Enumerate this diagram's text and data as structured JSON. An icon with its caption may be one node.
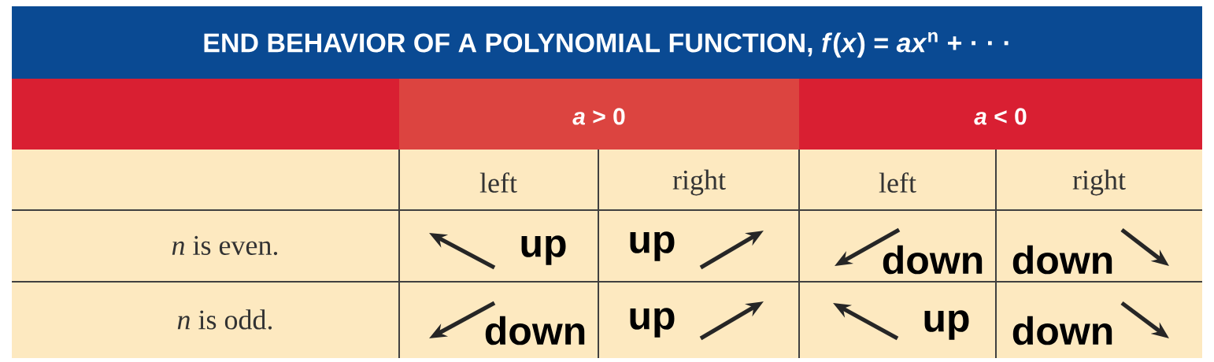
{
  "diagram": {
    "title": "END BEHAVIOR OF A POLYNOMIAL FUNCTION, *f*(*x*) = *ax*$^{n}$ + · · ·",
    "labels": [
      "*a* > 0",
      "*a* < 0",
      "left",
      "right",
      "left",
      "right",
      "*n* is even.",
      "up",
      "up",
      "down",
      "down",
      "*n* is odd.",
      "down",
      "up",
      "up",
      "down"
    ]
  }
}
